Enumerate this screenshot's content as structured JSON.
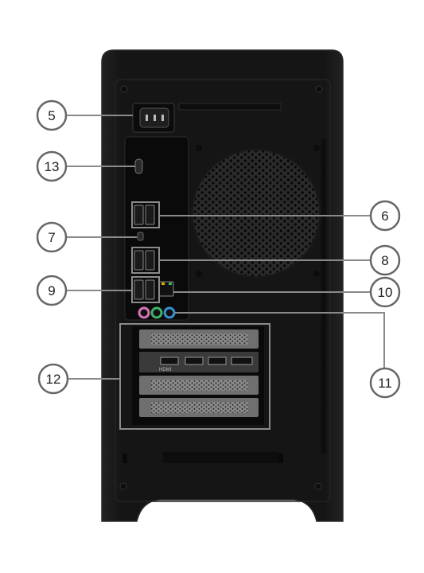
{
  "diagram": {
    "colors": {
      "case_body": "#151515",
      "case_edge": "#2a2a2a",
      "callout_line": "#8a8a8a",
      "circle_stroke": "#666666",
      "circle_fill": "#ffffff",
      "audio_pink": "#d874b8",
      "audio_green": "#3fb36a",
      "audio_blue": "#3b8fd0",
      "ethernet_led": "#e0b000"
    },
    "callouts": [
      {
        "id": "5",
        "label": "5",
        "part": "power-connector"
      },
      {
        "id": "13",
        "label": "13",
        "part": "usb-c-port"
      },
      {
        "id": "6",
        "label": "6",
        "part": "usb-ports-upper"
      },
      {
        "id": "7",
        "label": "7",
        "part": "small-port"
      },
      {
        "id": "8",
        "label": "8",
        "part": "usb-ports-middle"
      },
      {
        "id": "9",
        "label": "9",
        "part": "usb-ports-lower"
      },
      {
        "id": "10",
        "label": "10",
        "part": "ethernet-port"
      },
      {
        "id": "11",
        "label": "11",
        "part": "audio-jacks"
      },
      {
        "id": "12",
        "label": "12",
        "part": "expansion-slots"
      }
    ],
    "graphics_card": {
      "ports": [
        "HDMI"
      ]
    }
  }
}
